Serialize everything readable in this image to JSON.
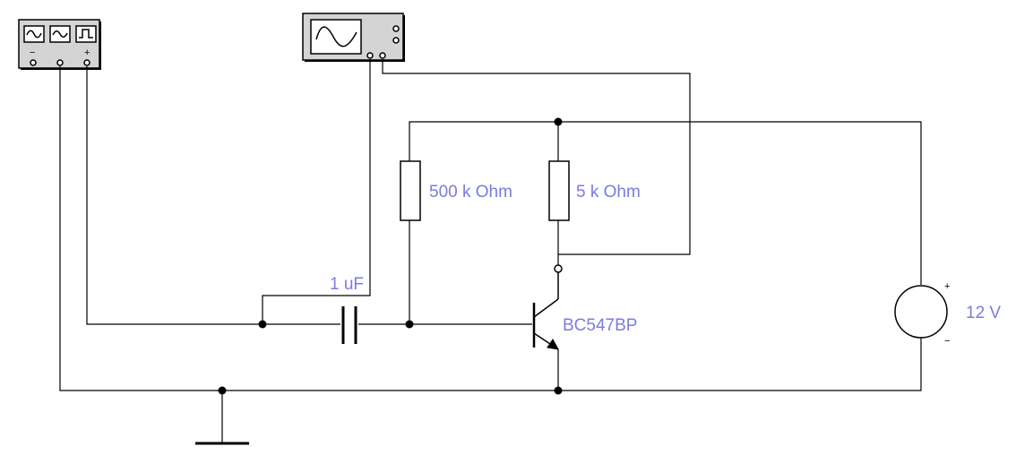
{
  "circuit": {
    "function_generator": {
      "minus_terminal": "−",
      "plus_terminal": "+"
    },
    "capacitor": {
      "label": "1 uF"
    },
    "resistor_base": {
      "label": "500 k Ohm"
    },
    "resistor_collector": {
      "label": "5 k Ohm"
    },
    "transistor": {
      "label": "BC547BP"
    },
    "voltage_source": {
      "label": "12 V",
      "plus_symbol": "+",
      "minus_symbol": "−"
    }
  },
  "colors": {
    "label": "#7b7be0",
    "wire": "#000000",
    "instrument_face": "#d4d4d4",
    "instrument_border": "#000000"
  },
  "icons": [
    "sine-wave-icon",
    "triangle-wave-icon",
    "square-wave-icon",
    "oscilloscope-screen-icon",
    "ground-icon"
  ]
}
